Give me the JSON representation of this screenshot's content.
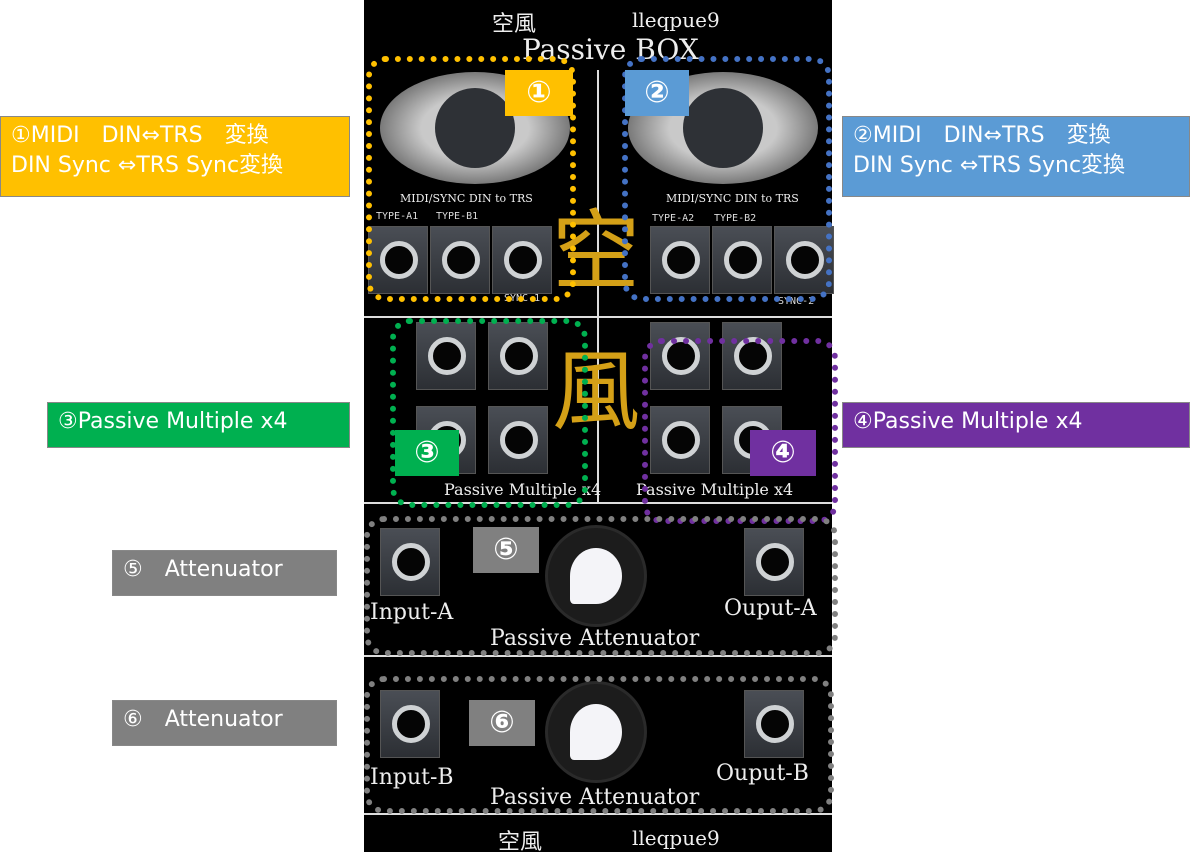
{
  "panel": {
    "brand_jp": "空風",
    "brand_en": "lleqpue9",
    "title": "Passive BOX",
    "din_caption": "MIDI/SYNC DIN to TRS",
    "type_a1": "TYPE-A1",
    "type_b1": "TYPE-B1",
    "sync1": "SYNC-1",
    "type_a2": "TYPE-A2",
    "type_b2": "TYPE-B2",
    "sync2": "SYNC-2",
    "watermark_1": "空",
    "watermark_2": "風",
    "mult_left": "Passive Multiple x4",
    "mult_right": "Passive Multiple x4",
    "input_a": "Input-A",
    "output_a": "Ouput-A",
    "atten_a": "Passive Attenuator",
    "input_b": "Input-B",
    "output_b": "Ouput-B",
    "atten_b": "Passive Attenuator"
  },
  "badges": [
    "①",
    "②",
    "③",
    "④",
    "⑤",
    "⑥"
  ],
  "callouts": [
    {
      "line1": "①MIDI　DIN⇔TRS　変換",
      "line2": "DIN Sync ⇔TRS Sync変換",
      "color": "#FFC000"
    },
    {
      "line1": "②MIDI　DIN⇔TRS　変換",
      "line2": "DIN Sync ⇔TRS Sync変換",
      "color": "#5B9BD5"
    },
    {
      "line1": "③Passive Multiple x4",
      "color": "#00B050"
    },
    {
      "line1": "④Passive Multiple x4",
      "color": "#7030A0"
    },
    {
      "line1": "⑤　Attenuator",
      "color": "#808080"
    },
    {
      "line1": "⑥　Attenuator",
      "color": "#808080"
    }
  ]
}
